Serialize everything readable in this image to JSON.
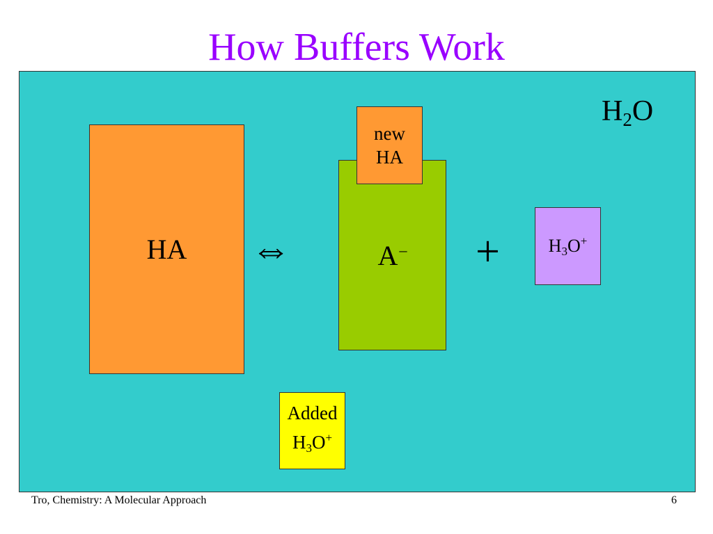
{
  "slide": {
    "title": "How Buffers Work",
    "footer_left": "Tro, Chemistry: A Molecular Approach",
    "page_number": "6"
  },
  "colors": {
    "title": "#9900ff",
    "panel_bg": "#33cccc",
    "ha_box": "#ff9933",
    "a_minus_box": "#99cc00",
    "new_ha_box": "#ff9933",
    "h3o_box": "#cc99ff",
    "added_box": "#ffff00"
  },
  "diagram": {
    "ha": "HA",
    "equilibrium_symbol": "⇔",
    "a_minus": {
      "letter": "A",
      "charge": "–"
    },
    "new_ha": {
      "line1": "new",
      "line2": "HA"
    },
    "plus": "+",
    "h3o": {
      "h": "H",
      "sub": "3",
      "o": "O",
      "charge": "+"
    },
    "water": {
      "h": "H",
      "sub": "2",
      "o": "O"
    },
    "added_h3o": {
      "line1": "Added",
      "h": "H",
      "sub": "3",
      "o": "O",
      "charge": "+"
    }
  }
}
